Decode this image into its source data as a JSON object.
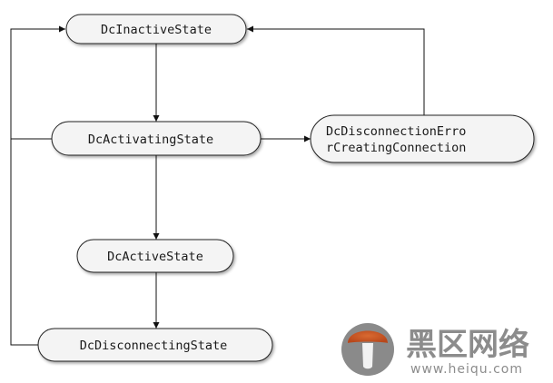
{
  "diagram": {
    "nodes": {
      "inactive": "DcInactiveState",
      "activating": "DcActivatingState",
      "error_line1": "DcDisconnectionErro",
      "error_line2": "rCreatingConnection",
      "active": "DcActiveState",
      "disconnecting": "DcDisconnectingState"
    },
    "edges": [
      {
        "from": "inactive",
        "to": "activating"
      },
      {
        "from": "activating",
        "to": "active"
      },
      {
        "from": "active",
        "to": "disconnecting"
      },
      {
        "from": "activating",
        "to": "error"
      },
      {
        "from": "error",
        "to": "inactive"
      },
      {
        "from": "activating",
        "to": "inactive"
      },
      {
        "from": "disconnecting",
        "to": "inactive"
      }
    ]
  },
  "watermark": {
    "logo_text": "黑区网络",
    "url": "www.heiqu.com"
  },
  "colors": {
    "node_fill": "#f4f4f4",
    "node_stroke": "#222222",
    "edge": "#111111",
    "watermark": "#888888"
  }
}
